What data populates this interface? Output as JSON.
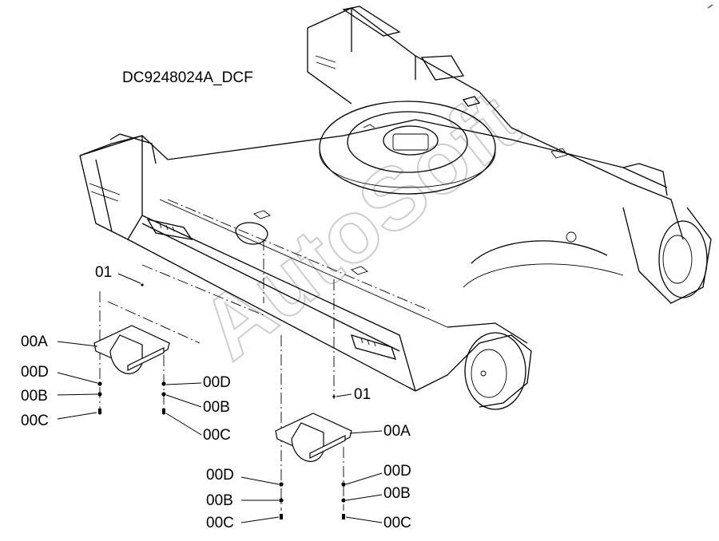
{
  "drawing": {
    "id": "DC9248024A_DCF"
  },
  "watermark": {
    "text": "AutoSoft"
  },
  "callouts": {
    "c01_left": "01",
    "c00A_left": "00A",
    "c00D_left": "00D",
    "c00B_left": "00B",
    "c00C_left": "00C",
    "c00D_mid": "00D",
    "c00B_mid": "00B",
    "c00C_mid": "00C",
    "c01_right": "01",
    "c00A_right": "00A",
    "c00D_bottom": "00D",
    "c00B_bottom": "00B",
    "c00C_bottom": "00C",
    "c00D_right": "00D",
    "c00B_right": "00B",
    "c00C_right": "00C"
  },
  "colors": {
    "background": "#ffffff",
    "line": "#000000",
    "watermark": "#b8b8b8",
    "corner_mark": "#3366cc"
  }
}
